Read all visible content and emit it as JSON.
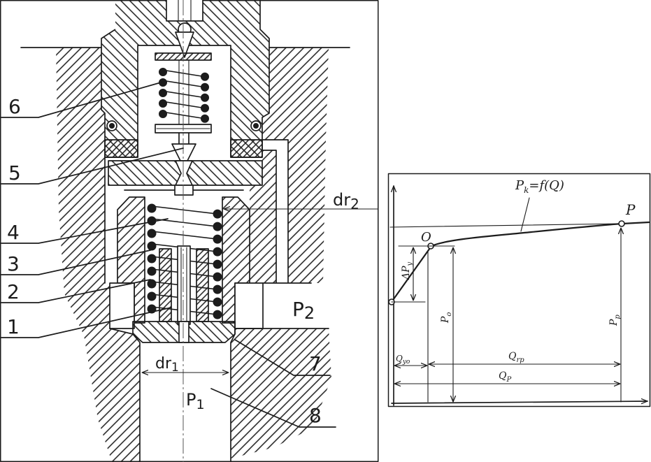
{
  "colors": {
    "ink": "#1c1c1c",
    "paper": "#ffffff"
  },
  "valve_section": {
    "part_labels": {
      "p6": "6",
      "p5": "5",
      "p4": "4",
      "p3": "3",
      "p2": "2",
      "p1": "1",
      "p7": "7",
      "p8": "8"
    },
    "dr2": {
      "main": "dr",
      "sub": "2"
    },
    "dr1": {
      "main": "dr",
      "sub": "1"
    },
    "pressure_outlet": {
      "main": "P",
      "sub": "2"
    },
    "pressure_inlet": {
      "main": "P",
      "sub": "1"
    }
  },
  "characteristic": {
    "curve_label": {
      "main": "P",
      "sub": "k",
      "rest": "=f(Q)"
    },
    "point_o": "O",
    "point_p": "P",
    "dp_y": {
      "main": "ΔP",
      "sub": "y"
    },
    "p_o": {
      "main": "P",
      "sub": "o"
    },
    "p_p": {
      "main": "P",
      "sub": "p"
    },
    "q_yo": {
      "main": "Q",
      "sub": "yo"
    },
    "q_rp": {
      "main": "Q",
      "sub": "rp"
    },
    "q_p": {
      "main": "Q",
      "sub": "P"
    }
  }
}
